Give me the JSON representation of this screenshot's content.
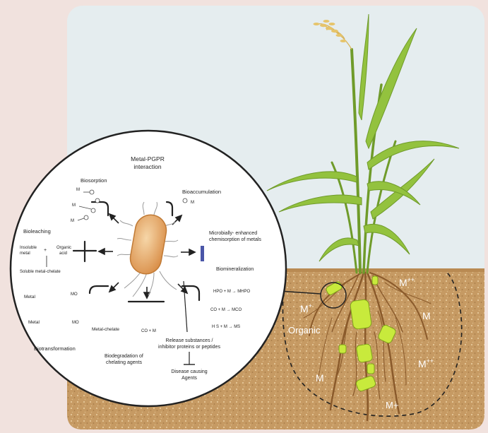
{
  "inset": {
    "title_line1": "Metal-PGPR",
    "title_line2": "interaction",
    "biosorption": "Biosorption",
    "bioaccumulation": "Bioaccumulation",
    "bioleaching": "Bioleaching",
    "insoluble_metal_1": "Insoluble",
    "insoluble_metal_2": "metal",
    "organic_acid_1": "Organic",
    "organic_acid_2": "acid",
    "soluble_chelate": "Soluble metal-chelate",
    "microbial_1": "Microbially- enhanced",
    "microbial_2": "chemisorption of metals",
    "biomineralization": "Biomineralization",
    "metal_a": "Metal",
    "metal_b": "Metal",
    "metal_chelate": "Metal-chelate",
    "biotransformation": "Biotransformation",
    "biodegradation_1": "Biodegradation of",
    "biodegradation_2": "chelating agents",
    "release_1": "Release substances /",
    "release_2": "inhibitor proteins or peptides",
    "disease_1": "Disease causing",
    "disease_2": "Agents",
    "m_label": "M",
    "mo_label": "MO",
    "eq1_left": "HPO",
    "eq1_right": "MHPO",
    "eq2_left": "CO",
    "eq2_right": "MCO",
    "eq3_left": "H S + M",
    "eq3_right": "MS",
    "co2_m": "CO  + M"
  },
  "soil": {
    "m_plus": "M",
    "m_plusplus_top": "M",
    "m_center": "M",
    "organic": "Organic",
    "m_left": "M",
    "m_plusplus_right": "M",
    "m_plus_bottom": "M+"
  },
  "colors": {
    "background": "#f1e2de",
    "sky": "#e6eef0",
    "soil": "#c89a62",
    "plant": "#8fbf3a",
    "root": "#8a5a2b",
    "bacterium": "#e8b070",
    "highlight": "#c8ea3c"
  }
}
